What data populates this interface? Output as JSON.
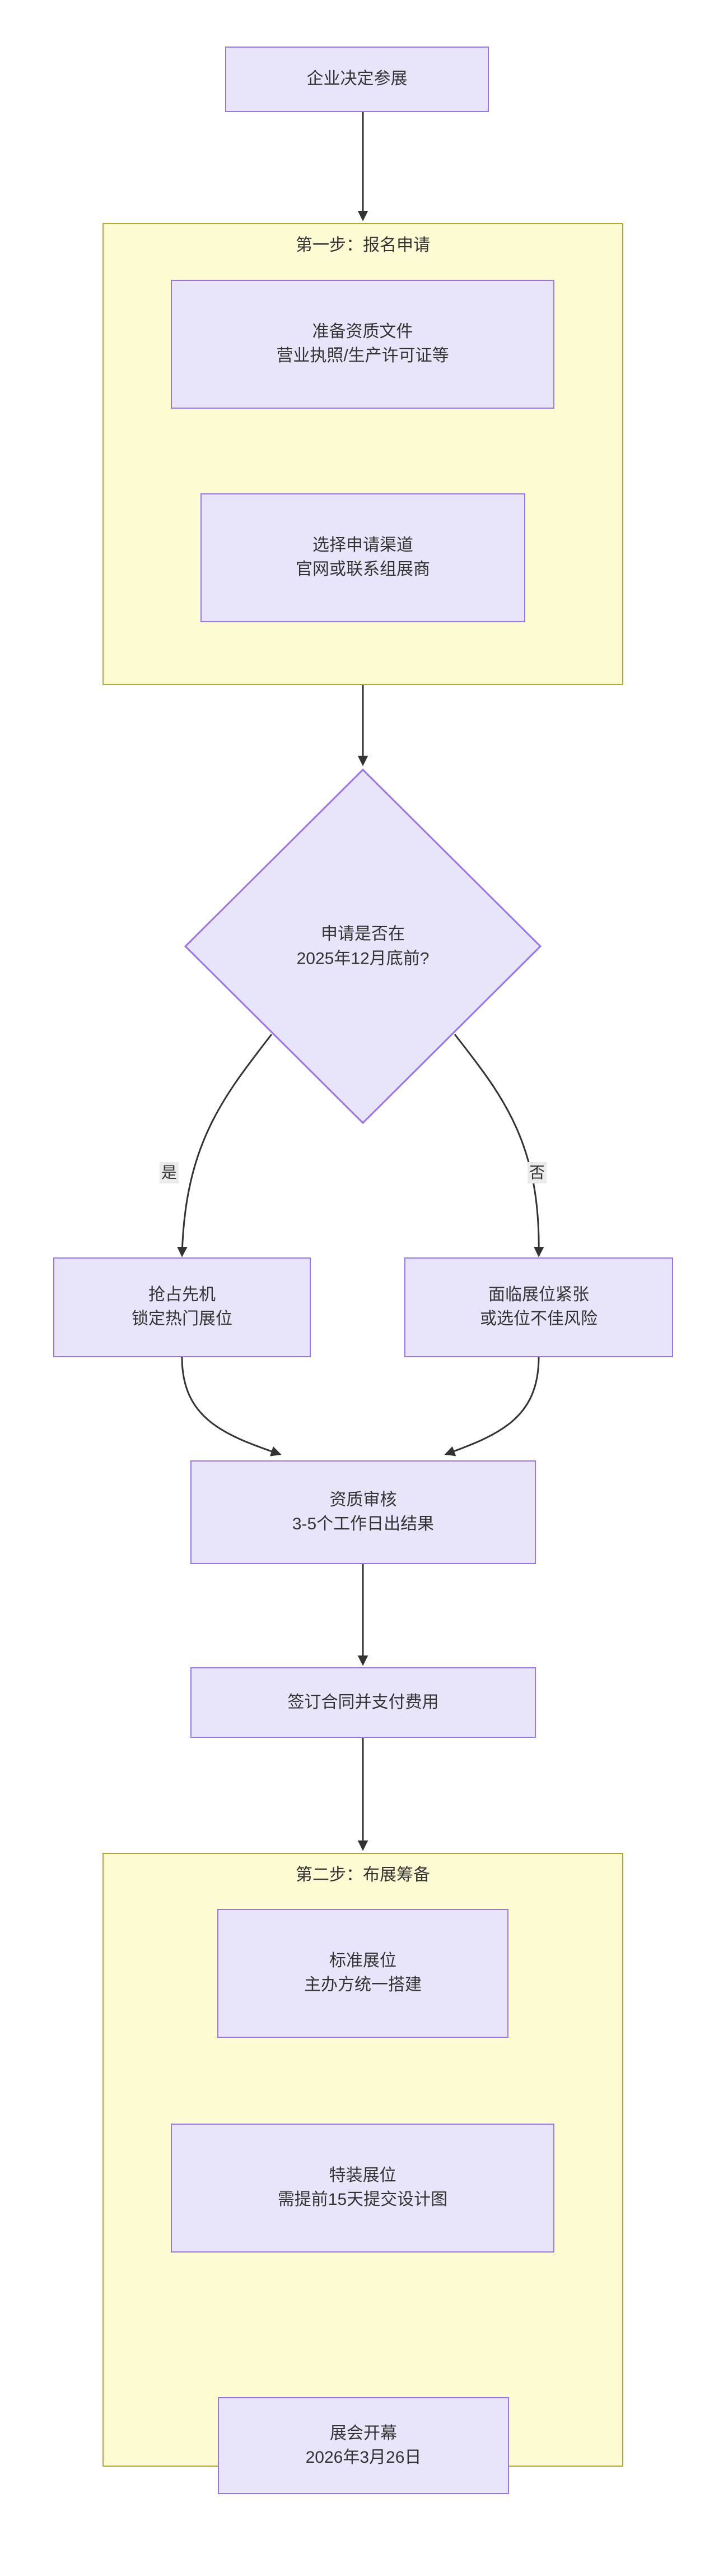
{
  "diagram": {
    "type": "flowchart",
    "direction": "top-down",
    "title_visible": false,
    "colors": {
      "node_fill": "#e8e4f9",
      "node_border": "#9a77e0",
      "subgraph_fill": "#fdfbd4",
      "subgraph_border": "#b0ab2e",
      "edge_stroke": "#333333",
      "text": "#333333",
      "edge_label_bg": "#ebebeb",
      "background": "#ffffff"
    }
  },
  "nodes": {
    "start": {
      "id": "start",
      "shape": "rect",
      "lines": [
        "企业决定参展"
      ]
    },
    "prepare_docs": {
      "id": "prepare_docs",
      "shape": "rect",
      "lines": [
        "准备资质文件",
        "营业执照/生产许可证等"
      ]
    },
    "choose_channel": {
      "id": "choose_channel",
      "shape": "rect",
      "lines": [
        "选择申请渠道",
        "官网或联系组展商"
      ]
    },
    "decision": {
      "id": "decision",
      "shape": "diamond",
      "lines": [
        "申请是否在",
        "2025年12月底前?"
      ]
    },
    "early_branch": {
      "id": "early_branch",
      "shape": "rect",
      "lines": [
        "抢占先机",
        "锁定热门展位"
      ]
    },
    "late_branch": {
      "id": "late_branch",
      "shape": "rect",
      "lines": [
        "面临展位紧张",
        "或选位不佳风险"
      ]
    },
    "review": {
      "id": "review",
      "shape": "rect",
      "lines": [
        "资质审核",
        "3-5个工作日出结果"
      ]
    },
    "contract": {
      "id": "contract",
      "shape": "rect",
      "lines": [
        "签订合同并支付费用"
      ]
    },
    "standard_booth": {
      "id": "standard_booth",
      "shape": "rect",
      "lines": [
        "标准展位",
        "主办方统一搭建"
      ]
    },
    "custom_booth": {
      "id": "custom_booth",
      "shape": "rect",
      "lines": [
        "特装展位",
        "需提前15天提交设计图"
      ]
    },
    "opening": {
      "id": "opening",
      "shape": "rect",
      "lines": [
        "展会开幕",
        "2026年3月26日"
      ]
    }
  },
  "subgraphs": {
    "step1": {
      "id": "step1",
      "title": "第一步：报名申请",
      "contains": [
        "prepare_docs",
        "choose_channel"
      ]
    },
    "step2": {
      "id": "step2",
      "title": "第二步：布展筹备",
      "contains": [
        "standard_booth",
        "custom_booth"
      ]
    }
  },
  "edges": [
    {
      "from": "start",
      "to": "step1",
      "label": ""
    },
    {
      "from": "step1",
      "to": "decision",
      "label": ""
    },
    {
      "from": "decision",
      "to": "early_branch",
      "label": "是"
    },
    {
      "from": "decision",
      "to": "late_branch",
      "label": "否"
    },
    {
      "from": "early_branch",
      "to": "review",
      "label": ""
    },
    {
      "from": "late_branch",
      "to": "review",
      "label": ""
    },
    {
      "from": "review",
      "to": "contract",
      "label": ""
    },
    {
      "from": "contract",
      "to": "step2",
      "label": ""
    },
    {
      "from": "step2",
      "to": "opening",
      "label": ""
    }
  ],
  "edge_labels": {
    "yes": "是",
    "no": "否"
  }
}
